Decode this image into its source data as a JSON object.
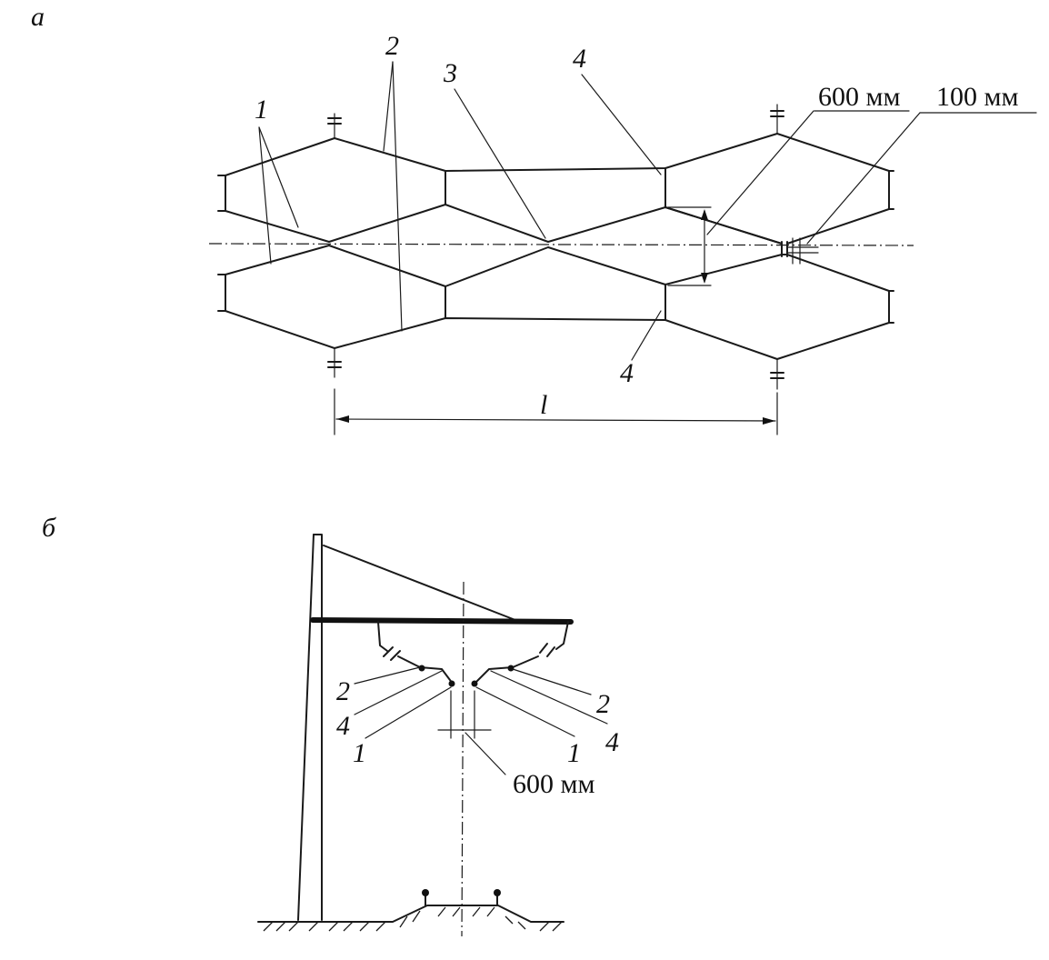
{
  "panel_a": {
    "letter": "а",
    "labels": {
      "one": "1",
      "two": "2",
      "three": "3",
      "four_top": "4",
      "four_bottom": "4",
      "dim_600": "600 мм",
      "dim_100": "100 мм",
      "span": "l"
    }
  },
  "panel_b": {
    "letter": "б",
    "labels": {
      "left_2": "2",
      "left_4": "4",
      "left_1": "1",
      "right_2": "2",
      "right_4": "4",
      "right_1": "1",
      "dim_600": "600 мм"
    }
  }
}
